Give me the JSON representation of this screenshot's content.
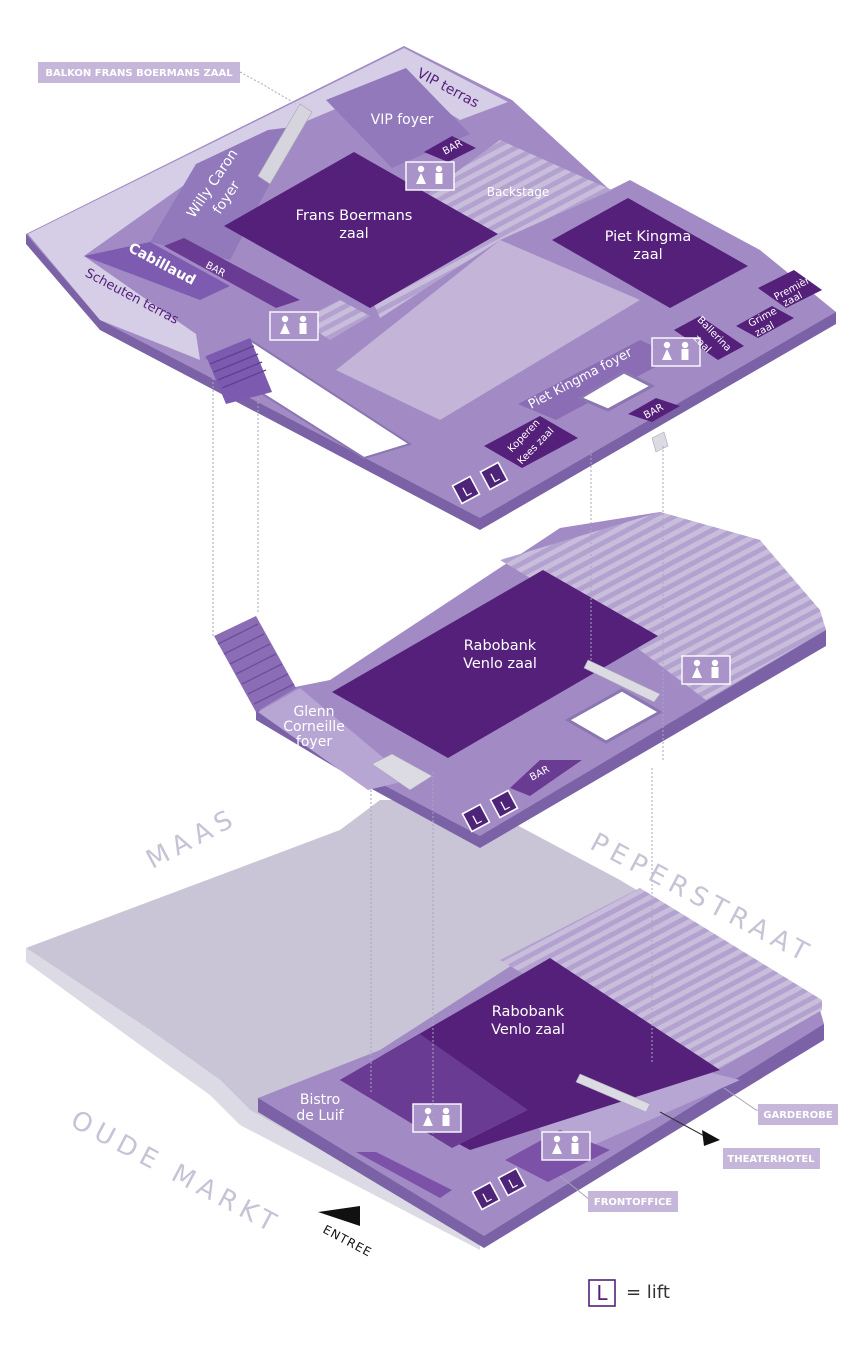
{
  "colors": {
    "room_dark": "#54207a",
    "floor_light": "#c3b4d8",
    "floor_mid": "#9b83bf",
    "floor_edge": "#7b62a6",
    "ground_gray": "#cbc8d7",
    "tag_bg": "#c6b6da"
  },
  "top_floor": {
    "balkon_label": "BALKON FRANS BOERMANS ZAAL",
    "vip_terras": "VIP terras",
    "vip_foyer": "VIP foyer",
    "bar_1": "BAR",
    "backstage": "Backstage",
    "willy_caron_1": "Willy Caron",
    "willy_caron_2": "foyer",
    "frans_boermans_1": "Frans Boermans",
    "frans_boermans_2": "zaal",
    "piet_kingma_1": "Piet Kingma",
    "piet_kingma_2": "zaal",
    "premiere_1": "Première",
    "premiere_2": "zaal",
    "grime_1": "Grime",
    "grime_2": "zaal",
    "cabillaud": "Cabillaud",
    "bar_2": "BAR",
    "scheuten_terras": "Scheuten terras",
    "ballerina_1": "Ballerina",
    "ballerina_2": "zaal",
    "piet_kingma_foyer": "Piet Kingma foyer",
    "bar_3": "BAR",
    "koperen_1": "Koperen",
    "koperen_2": "Kees zaal"
  },
  "middle_floor": {
    "rabobank_1": "Rabobank",
    "rabobank_2": "Venlo zaal",
    "glenn_1": "Glenn",
    "glenn_2": "Corneille",
    "glenn_3": "foyer",
    "bar": "BAR"
  },
  "ground_floor": {
    "rabobank_1": "Rabobank",
    "rabobank_2": "Venlo zaal",
    "bistro_1": "Bistro",
    "bistro_2": "de Luif",
    "garderobe": "GARDEROBE",
    "theaterhotel": "THEATERHOTEL",
    "frontoffice": "FRONTOFFICE"
  },
  "streets": {
    "maas": "MAAS",
    "peperstraat": "PEPERSTRAAT",
    "oude_markt": "OUDE MARKT",
    "entree": "ENTREE"
  },
  "legend": {
    "lift_letter": "L",
    "lift_text": "= lift"
  },
  "icons": [
    "restroom-icon",
    "stairs-icon",
    "lift-icon",
    "arrow-icon"
  ]
}
